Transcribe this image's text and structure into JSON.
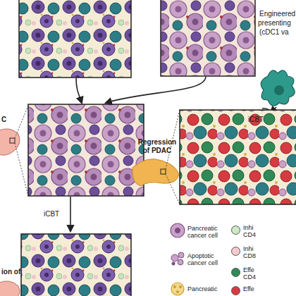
{
  "diagram": {
    "labels": [
      "Engineered",
      "presenting",
      "(cDC1 va",
      "iCBT",
      "C",
      "Regression of PDAC",
      "iCBT",
      "ion of"
    ],
    "legend": [
      {
        "text": "Pancreatic cancer cell"
      },
      {
        "text": "Apoptotic cancer cell"
      },
      {
        "text": "Pancreatic"
      },
      {
        "text": "Inhi CD4",
        "color": "#cfe8c6"
      },
      {
        "text": "Inhi CD8",
        "color": "#f6c9cf"
      },
      {
        "text": "Effe CD4",
        "color": "#2f8a57"
      },
      {
        "text": "Effe",
        "color": "#d63b42"
      }
    ]
  }
}
